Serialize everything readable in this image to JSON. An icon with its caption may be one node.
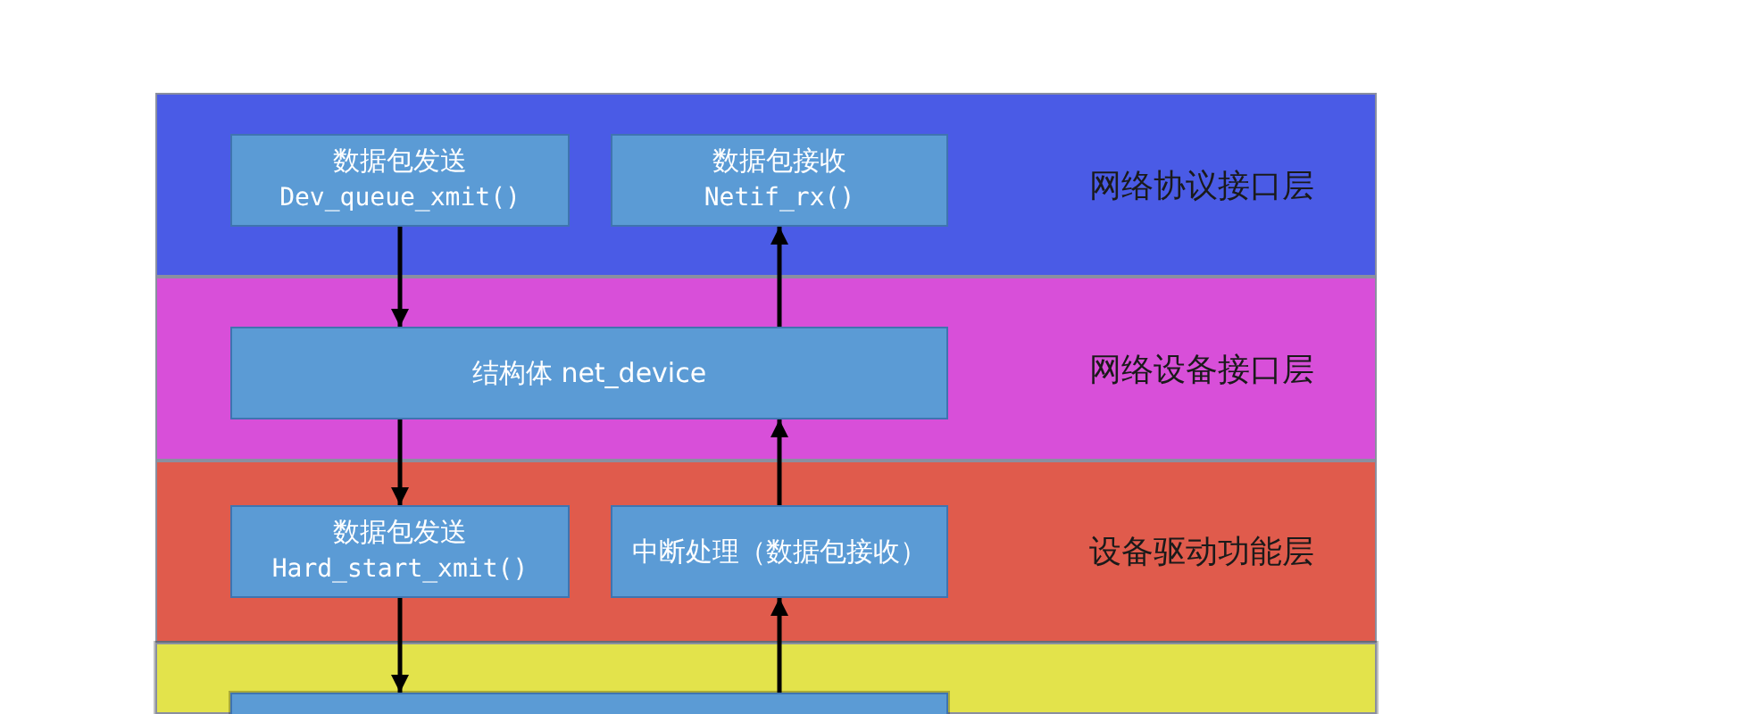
{
  "diagram": {
    "nodes": [
      {
        "text": [
          "网络协议接口层"
        ]
      },
      {
        "text": [
          "数据包发送",
          "Dev_queue_xmit()"
        ],
        "in": 0
      },
      {
        "text": [
          "数据包接收",
          "Netif_rx()"
        ],
        "in": 0
      },
      {
        "text": [
          "网络设备接口层"
        ]
      },
      {
        "text": [
          "结构体 net_device"
        ],
        "in": 3
      },
      {
        "text": [
          "设备驱动功能层"
        ]
      },
      {
        "text": [
          "数据包发送",
          "Hard_start_xmit()"
        ],
        "in": 5
      },
      {
        "text": [
          "中断处理（数据包接收）"
        ],
        "in": 5
      },
      {
        "text": [],
        "shape": "box"
      },
      {
        "text": [],
        "shape": "box",
        "in": 8
      }
    ],
    "edges": [
      {
        "from": 1,
        "to": 4,
        "arrow": "to"
      },
      {
        "from": 4,
        "to": 2,
        "arrow": "to"
      },
      {
        "from": 4,
        "to": 6,
        "arrow": "to"
      },
      {
        "from": 7,
        "to": 4,
        "arrow": "to"
      },
      {
        "from": 6,
        "to": 9,
        "arrow": "to"
      },
      {
        "from": 9,
        "to": 7,
        "arrow": "to"
      }
    ]
  }
}
